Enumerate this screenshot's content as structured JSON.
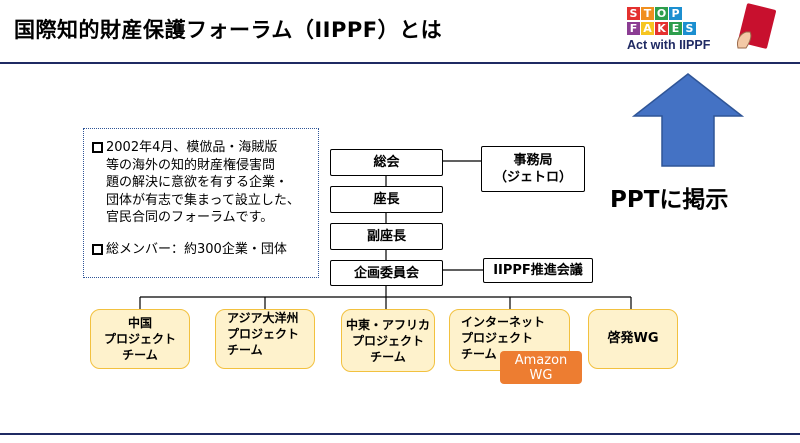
{
  "slide": {
    "title": "国際知的財産保護フォーラム（IIPPF）とは",
    "ppt_label": "PPTに掲示"
  },
  "logo": {
    "row1": [
      "S",
      "T",
      "O",
      "P"
    ],
    "row2": [
      "F",
      "A",
      "K",
      "E",
      "S"
    ],
    "tagline": "Act with IIPPF",
    "colors": [
      "#e4312f",
      "#f08f1e",
      "#f6c520",
      "#2d9e4c",
      "#1c8fd0",
      "#1f2a63",
      "#8b3d93",
      "#e4312f",
      "#2d9e4c"
    ],
    "card_color": "#c8102e"
  },
  "info": {
    "para1": "2002年4月、模倣品・海賊版等の海外の知的財産権侵害問題の解決に意欲を有する企業・団体が有志で集まって設立した、官民合同のフォーラムです。",
    "para1_lines": [
      "2002年4月、模倣品・海賊版",
      "等の海外の知的財産権侵害問",
      "題の解決に意欲を有する企業・",
      "団体が有志で集まって設立した、",
      "官民合同のフォーラムです。"
    ],
    "para2": "総メンバー：約300企業・団体"
  },
  "org": {
    "general_assembly": "総会",
    "chair": "座長",
    "vice_chair": "副座長",
    "planning": "企画委員会",
    "secretariat_line1": "事務局",
    "secretariat_line2": "（ジェトロ）",
    "promotion": "IIPPF推進会議"
  },
  "teams": {
    "china": [
      "中国",
      "プロジェクト",
      "チーム"
    ],
    "asia": [
      "アジア大洋州",
      "プロジェクト",
      "チーム"
    ],
    "mideast": [
      "中東・アフリカ",
      "プロジェクト",
      "チーム"
    ],
    "internet": [
      "インターネット",
      "プロジェクト",
      "チーム"
    ],
    "awareness": "啓発WG",
    "amazon": [
      "Amazon",
      "WG"
    ]
  },
  "colors": {
    "title_rule": "#1f2a63",
    "arrow_fill": "#4472c4",
    "team_fill": "#fef2cc",
    "team_border": "#f2c13f",
    "amazon_fill": "#ed7d31",
    "info_border": "#2f5597"
  }
}
